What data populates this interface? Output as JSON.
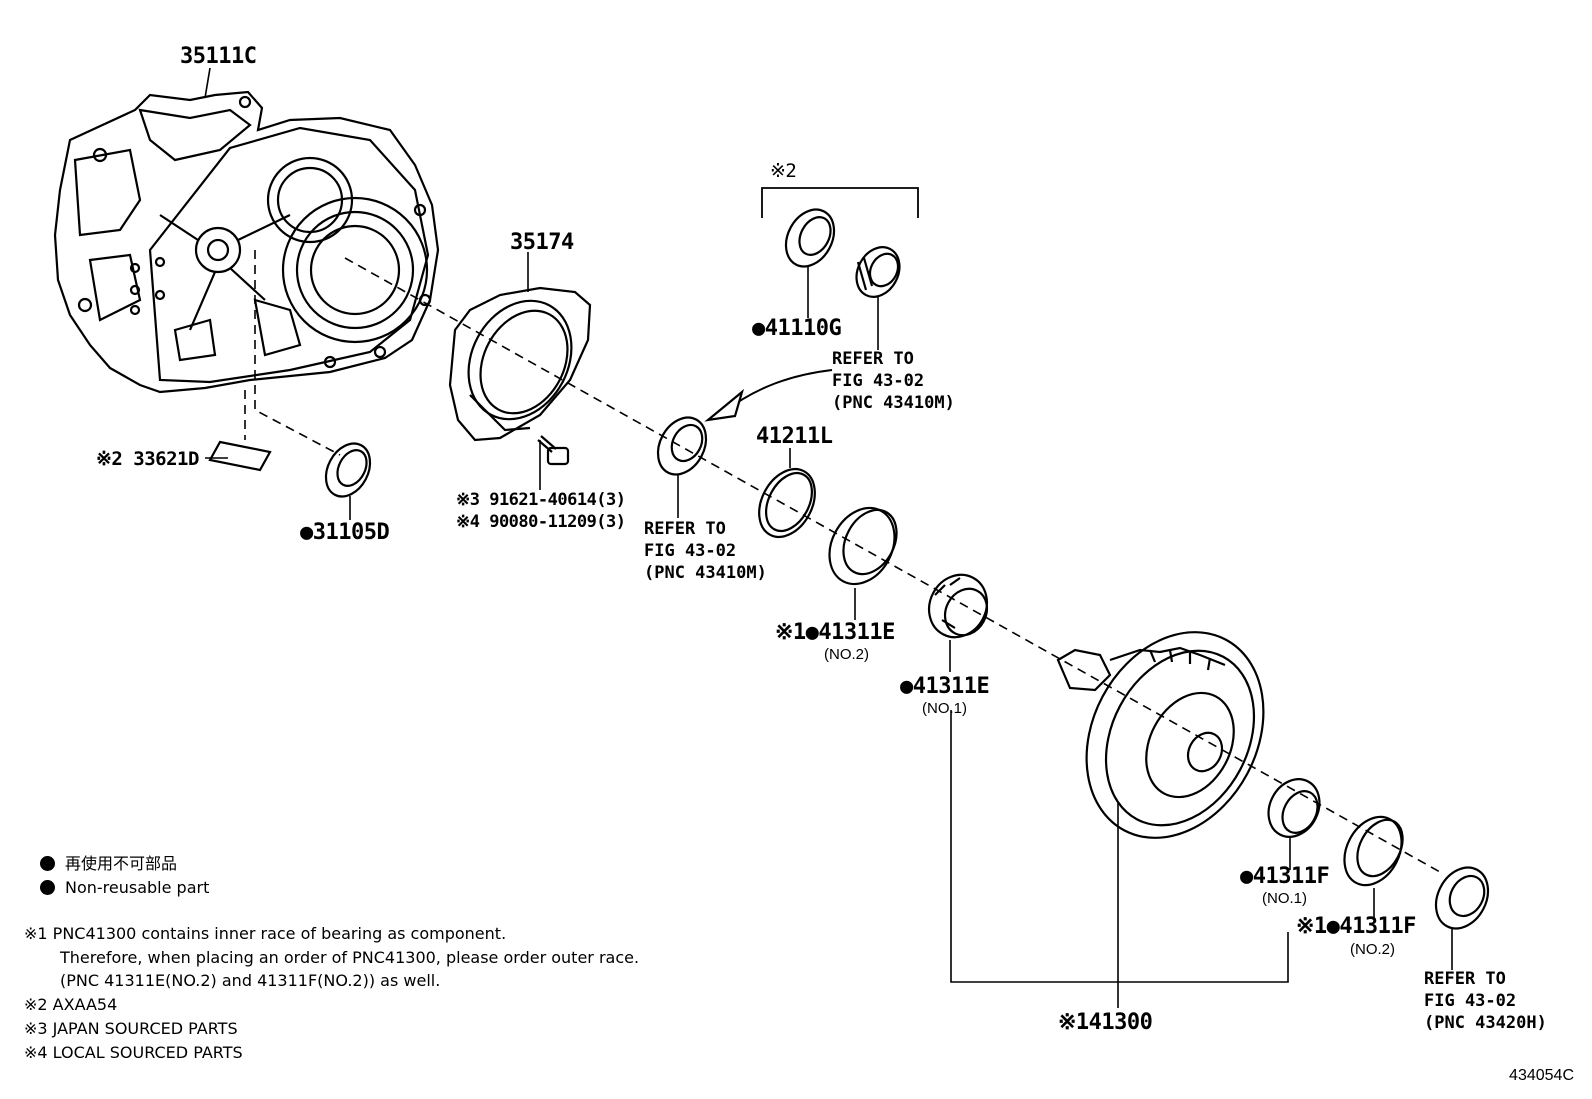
{
  "parts": {
    "p35111C": "35111C",
    "p35174": "35174",
    "mark_s2_top": "※2",
    "p41110G": "●41110G",
    "ref1": {
      "l1": "REFER TO",
      "l2": "FIG 43-02",
      "l3": "(PNC 43410M)"
    },
    "p33621D": "※2 33621D",
    "p31105D": "●31105D",
    "bolt1": "※3 91621-40614(3)",
    "bolt2": "※4 90080-11209(3)",
    "ref2": {
      "l1": "REFER TO",
      "l2": "FIG 43-02",
      "l3": "(PNC 43410M)"
    },
    "p41211L": "41211L",
    "p41311E_no2": "※1●41311E",
    "p41311E_no2_sub": "(NO.2)",
    "p41311E_no1": "●41311E",
    "p41311E_no1_sub": "(NO.1)",
    "p41311F_no1": "●41311F",
    "p41311F_no1_sub": "(NO.1)",
    "p41311F_no2": "※1●41311F",
    "p41311F_no2_sub": "(NO.2)",
    "ref3": {
      "l1": "REFER TO",
      "l2": "FIG 43-02",
      "l3": "(PNC 43420H)"
    },
    "p41300": "※141300"
  },
  "legend": {
    "jp": "再使用不可部品",
    "en": "Non-reusable part"
  },
  "notes": {
    "n1a": "※1 PNC41300 contains inner race of bearing as component.",
    "n1b": "Therefore, when placing an order of PNC41300, please order outer race.",
    "n1c": "(PNC 41311E(NO.2) and 41311F(NO.2)) as well.",
    "n2": "※2 AXAA54",
    "n3": "※3 JAPAN SOURCED PARTS",
    "n4": "※4 LOCAL SOURCED PARTS"
  },
  "figure_code": "434054C"
}
